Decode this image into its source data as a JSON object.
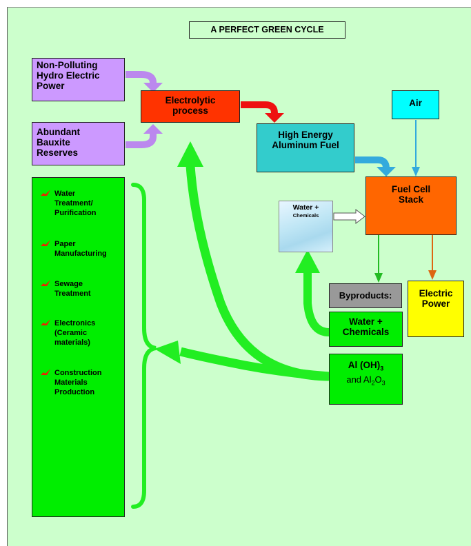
{
  "title": "A PERFECT GREEN CYCLE",
  "sources": {
    "hydro": [
      "Non-Polluting",
      "Hydro Electric",
      "Power"
    ],
    "bauxite": [
      "Abundant",
      "Bauxite",
      "Reserves"
    ]
  },
  "process": [
    "Electrolytic",
    "process"
  ],
  "fuel": [
    "High Energy",
    "Aluminum Fuel"
  ],
  "air": "Air",
  "fuel_cell": [
    "Fuel Cell",
    "Stack"
  ],
  "water_input": [
    "Water +",
    "Chemicals"
  ],
  "byproducts": "Byproducts:",
  "electric_power": [
    "Electric",
    "Power"
  ],
  "water_chemicals": [
    "Water +",
    "Chemicals"
  ],
  "alumina": {
    "line1_base": "Al (OH)",
    "line1_sub": "3",
    "line2_pre": "and Al",
    "line2_sub1": "2",
    "line2_mid": "O",
    "line2_sub2": "3"
  },
  "uses": [
    [
      "Water",
      "Treatment/",
      "Purification"
    ],
    [
      "Paper",
      "Manufacturing"
    ],
    [
      "Sewage",
      "Treatment"
    ],
    [
      "Electronics",
      "(Ceramic",
      "materials)"
    ],
    [
      "Construction",
      "Materials",
      "Production"
    ]
  ],
  "colors": {
    "background": "#ccffcc",
    "purple": "#cc99ff",
    "red": "#ff3300",
    "teal": "#33cccc",
    "cyan": "#00ffff",
    "orange": "#ff6600",
    "green": "#00ee00",
    "yellow": "#ffff00",
    "gray": "#999999"
  }
}
